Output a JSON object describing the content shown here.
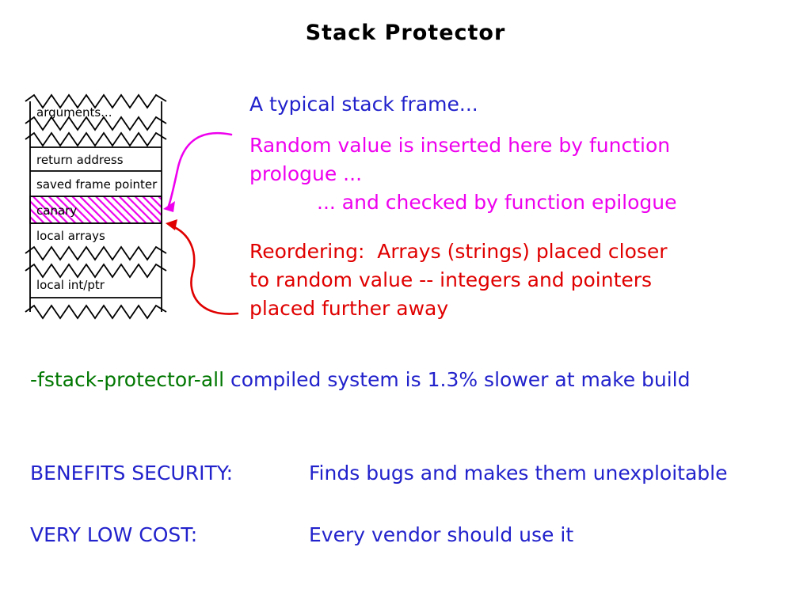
{
  "slide": {
    "title": "Stack Protector"
  },
  "diagram": {
    "cells": {
      "arguments": "arguments...",
      "return_address": "return address",
      "saved_frame_pointer": "saved frame pointer",
      "canary": "canary",
      "local_arrays": "local arrays",
      "local_int_ptr": "local int/ptr"
    }
  },
  "annotations": {
    "typical": "A typical stack frame...",
    "random_line1": "Random value is inserted here by function",
    "random_line2": "prologue ...",
    "epilogue": "... and checked by function epilogue",
    "reorder_line1": "Reordering:  Arrays (strings) placed closer",
    "reorder_line2": "to random value -- integers and pointers",
    "reorder_line3": "placed further away"
  },
  "notes": {
    "flag": "-fstack-protector-all",
    "flag_rest": " compiled system is 1.3% slower at make build",
    "benefits_label": "BENEFITS SECURITY:",
    "benefits_text": "Finds bugs and makes them unexploitable",
    "cost_label": "VERY LOW COST:",
    "cost_text": "Every vendor should use it"
  },
  "colors": {
    "blue": "#2222cc",
    "magenta": "#ee00ee",
    "red": "#e00000",
    "green": "#007700",
    "black": "#000000"
  }
}
